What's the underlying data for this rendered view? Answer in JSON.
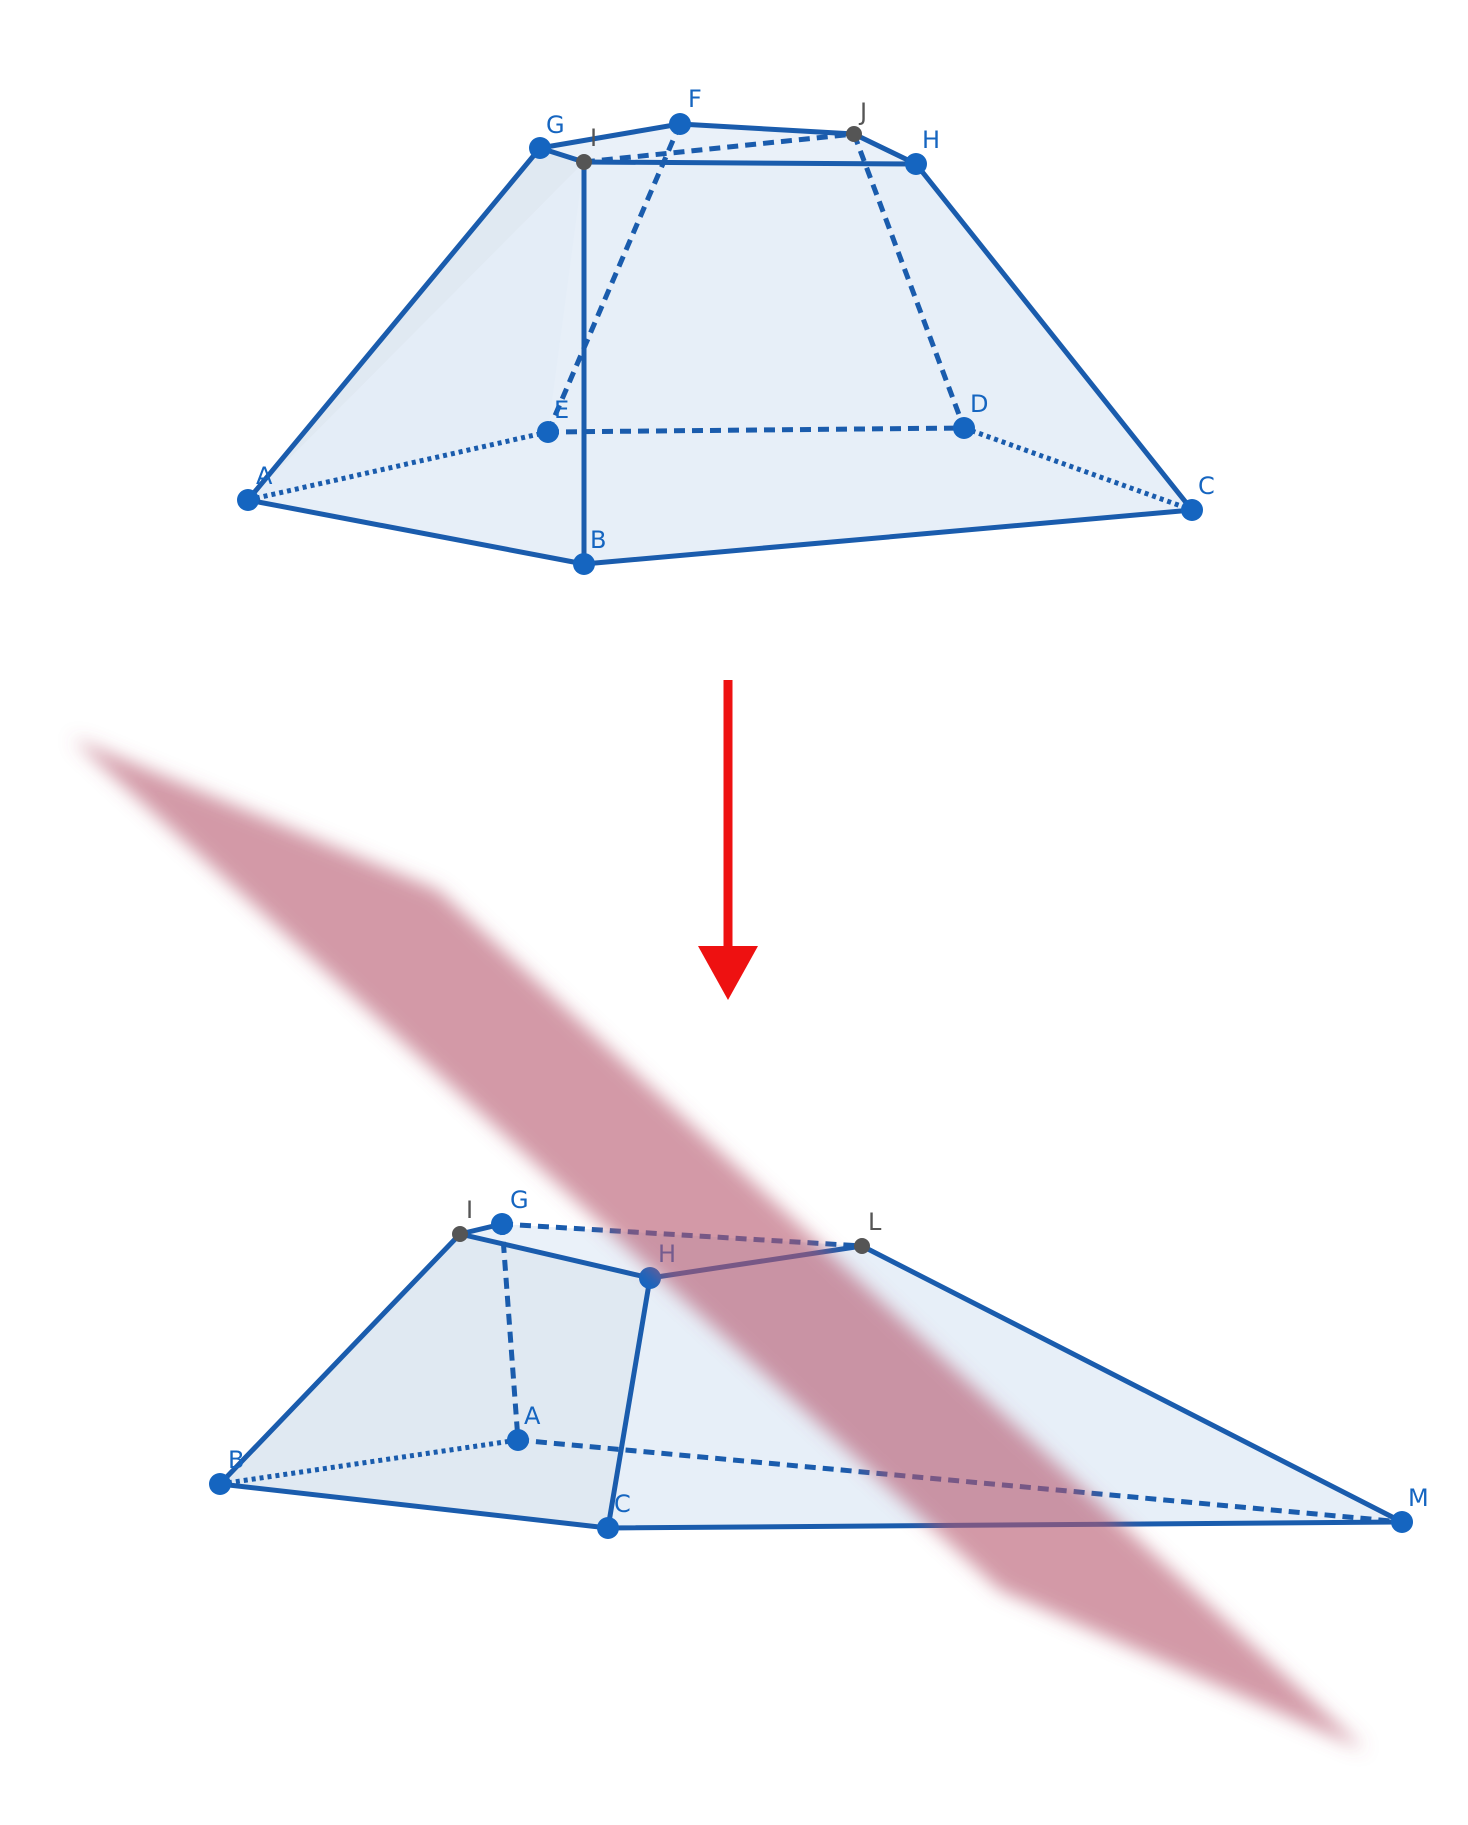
{
  "colors": {
    "edge": "#1a5cad",
    "vertex_primary": "#1565c0",
    "vertex_secondary": "#555555",
    "face": "#dce8f4",
    "plane": "#b5566c",
    "arrow": "#ee1111"
  },
  "top_solid": {
    "vertices": {
      "G": "G",
      "I": "I",
      "F": "F",
      "J": "J",
      "H": "H",
      "E": "E",
      "D": "D",
      "A": "A",
      "B": "B",
      "C": "C"
    }
  },
  "bottom_solid": {
    "vertices": {
      "I": "I",
      "G": "G",
      "H": "H",
      "L": "L",
      "A": "A",
      "B": "B",
      "C": "C",
      "M": "M"
    }
  },
  "arrow": {
    "direction": "down"
  }
}
